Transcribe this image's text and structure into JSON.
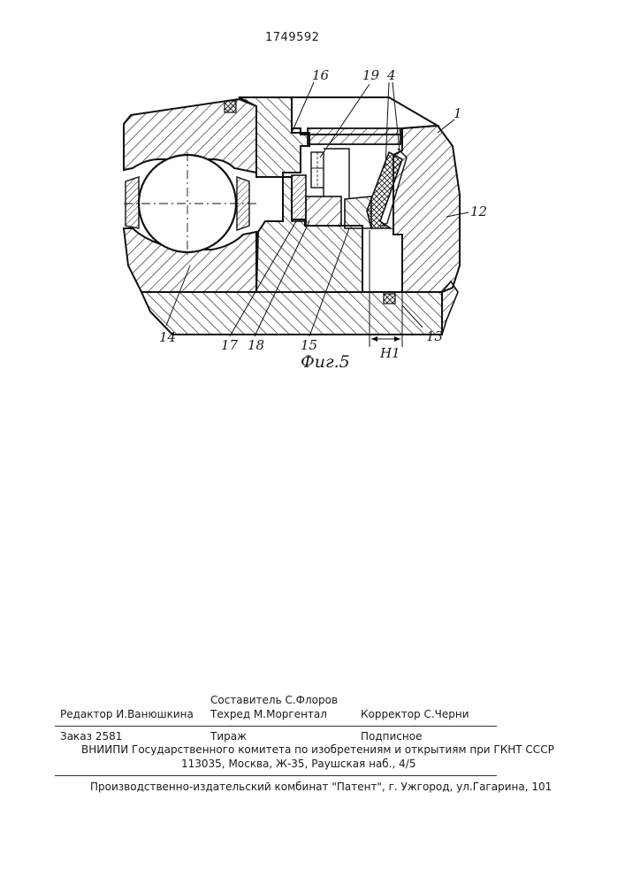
{
  "patent_number": "1749592",
  "figure": {
    "caption": "Фиг.5",
    "labels": [
      "16",
      "19",
      "4",
      "1",
      "12",
      "14",
      "17",
      "18",
      "15",
      "H1",
      "13"
    ]
  },
  "colophon": {
    "compiler": "Составитель  С.Флоров",
    "editor": "Редактор  И.Ванюшкина",
    "techred": "Техред М.Моргентал",
    "corrector": "Корректор  С.Черни",
    "order": "Заказ  2581",
    "print_run": "Тираж",
    "subscription": "Подписное",
    "institute": "ВНИИПИ Государственного комитета по изобретениям и открытиям при ГКНТ СССР",
    "address": "113035, Москва, Ж-35, Раушская наб., 4/5",
    "printer": "Производственно-издательский комбинат \"Патент\", г. Ужгород, ул.Гагарина, 101"
  }
}
